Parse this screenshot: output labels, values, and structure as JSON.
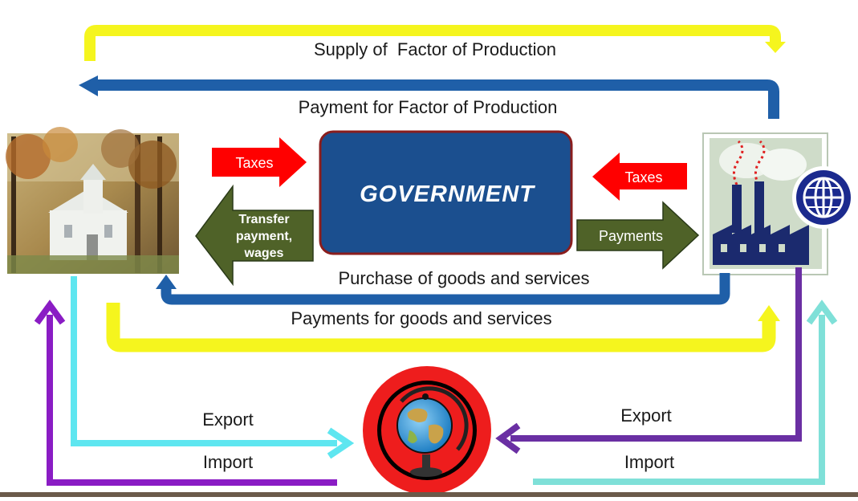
{
  "labels": {
    "supply_factor": "Supply of  Factor of Production",
    "payment_factor": "Payment for Factor of Production",
    "purchase_goods": "Purchase of goods and services",
    "payments_goods": "Payments for goods and services",
    "taxes_left": "Taxes",
    "taxes_right": "Taxes",
    "transfer_line1": "Transfer",
    "transfer_line2": "payment,",
    "transfer_line3": "wages",
    "payments": "Payments",
    "government": "GOVERNMENT",
    "export_left": "Export",
    "import_left": "Import",
    "export_right": "Export",
    "import_right": "Import"
  },
  "icons": {
    "households": "house-church-icon",
    "firms": "factory-icon",
    "firms_badge": "globe-grid-icon",
    "rest_of_world": "world-globe-icon"
  },
  "colors": {
    "yellow_flow": "#f5f51e",
    "blue_flow": "#1f5fa8",
    "tax_red": "#ff0000",
    "transfer_green": "#4f6228",
    "government_fill": "#1b4f8f",
    "government_border": "#8a1d1d",
    "cyan_flow": "#5ee6f0",
    "purple_flow": "#8a1cc4",
    "teal_flow": "#7fe0d8",
    "purple_dark_flow": "#6a2fa3",
    "world_ring": "#ee1d1d"
  }
}
